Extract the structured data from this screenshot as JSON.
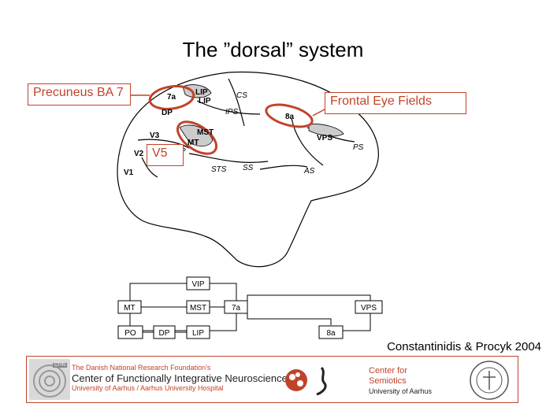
{
  "title": "The ”dorsal” system",
  "callouts": {
    "precuneus": "Precuneus BA 7",
    "fef": "Frontal Eye Fields",
    "v5": "V5"
  },
  "brain_labels": {
    "lip_top": "LIP",
    "lip": "LIP",
    "a7": "7a",
    "dp": "DP",
    "cs": "CS",
    "ips": "IPS",
    "a8": "8a",
    "vps": "VPS",
    "ps": "PS",
    "mst": "MST",
    "mt": "MT",
    "ls": "LS",
    "v3": "V3",
    "v2": "V2",
    "v1": "V1",
    "sts": "STS",
    "ss": "SS",
    "as": "AS"
  },
  "flow": {
    "vip": "VIP",
    "mt": "MT",
    "mst": "MST",
    "a7": "7a",
    "vps": "VPS",
    "po": "PO",
    "dp": "DP",
    "lip": "LIP",
    "a8": "8a"
  },
  "citation": "Constantinidis & Procyk 2004",
  "footer": {
    "cfin_tag": "CFIN",
    "line1": "The Danish National Research Foundation’s",
    "line2": "Center of Functionally Integrative Neuroscience",
    "line3": "University of Aarhus / Aarhus University Hospital",
    "semiotics_line1": "Center for",
    "semiotics_line2": "Semiotics",
    "semiotics_line3": "University of Aarhus"
  },
  "colors": {
    "accent": "#c0442a",
    "outline": "#000000",
    "shade": "#cccccc"
  }
}
